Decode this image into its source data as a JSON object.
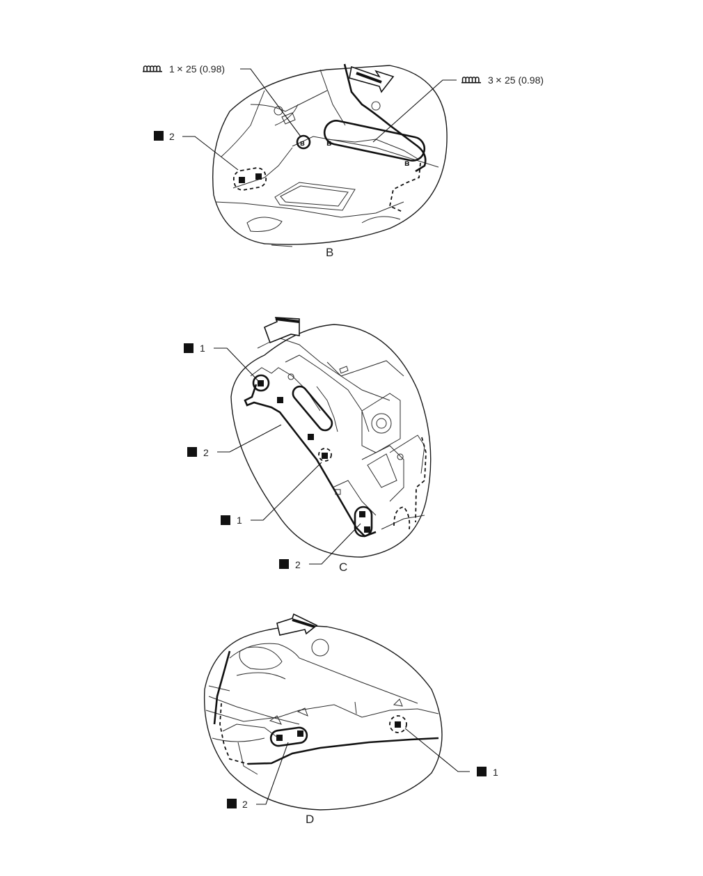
{
  "views": [
    {
      "id": "B",
      "view_label": "B",
      "callouts": [
        {
          "icon": "nut-symbol-icon",
          "number": "1",
          "spec": "25 (0.98)"
        },
        {
          "icon": "nut-symbol-icon",
          "number": "3",
          "spec": "25 (0.98)"
        },
        {
          "icon": "black-square-icon",
          "number": "2"
        }
      ]
    },
    {
      "id": "C",
      "view_label": "C",
      "callouts": [
        {
          "icon": "black-square-icon",
          "number": "1"
        },
        {
          "icon": "black-square-icon",
          "number": "2"
        },
        {
          "icon": "black-square-icon",
          "number": "1"
        },
        {
          "icon": "black-square-icon",
          "number": "2"
        }
      ]
    },
    {
      "id": "D",
      "view_label": "D",
      "callouts": [
        {
          "icon": "black-square-icon",
          "number": "1"
        },
        {
          "icon": "black-square-icon",
          "number": "2"
        }
      ]
    }
  ],
  "symbols": {
    "multiply": "×"
  }
}
